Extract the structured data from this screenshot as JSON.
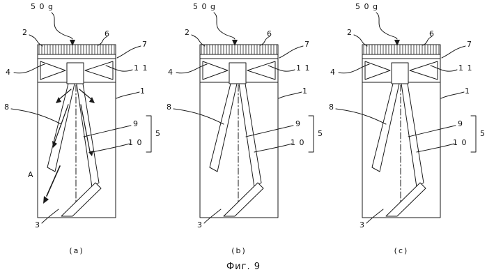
{
  "caption": "Фиг. 9",
  "figures": [
    {
      "caption": "(a)",
      "labels": {
        "weight": "5 0 g",
        "n2": "2",
        "n6": "6",
        "n7": "7",
        "n4": "4",
        "n11": "1 1",
        "n1": "1",
        "n8": "8",
        "n9": "9",
        "n10": "1 0",
        "n5": "5",
        "n3": "3",
        "nA": "A"
      }
    },
    {
      "caption": "(b)",
      "labels": {
        "weight": "5 0 g",
        "n2": "2",
        "n6": "6",
        "n7": "7",
        "n4": "4",
        "n11": "1 1",
        "n1": "1",
        "n8": "8",
        "n9": "9",
        "n10": "1 0",
        "n5": "5",
        "n3": "3"
      }
    },
    {
      "caption": "(c)",
      "labels": {
        "weight": "5 0 g",
        "n2": "2",
        "n6": "6",
        "n7": "7",
        "n4": "4",
        "n11": "1 1",
        "n1": "1",
        "n8": "8",
        "n9": "9",
        "n10": "1 0",
        "n5": "5",
        "n3": "3"
      }
    }
  ]
}
